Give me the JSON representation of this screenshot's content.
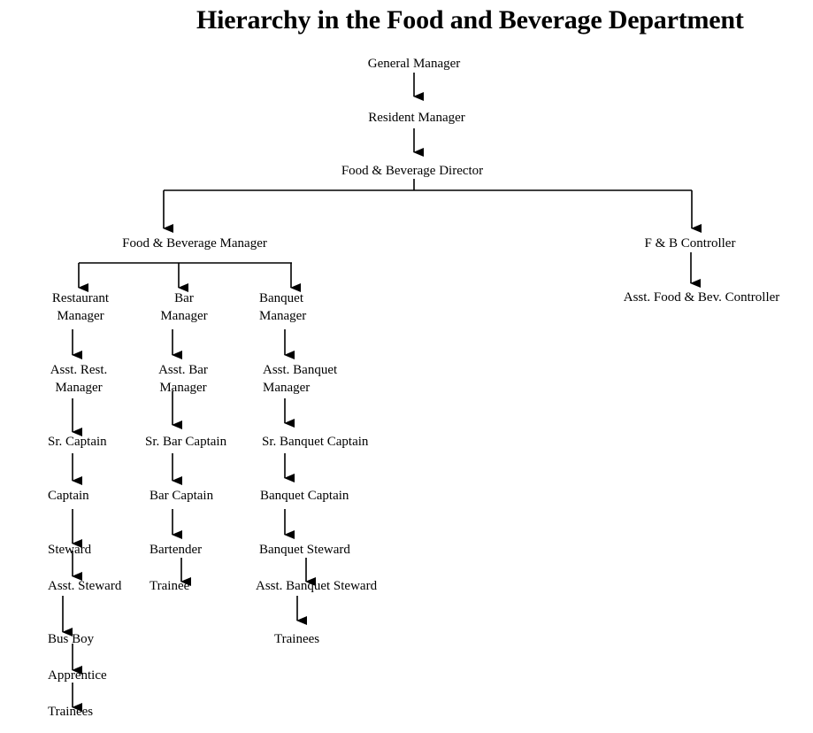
{
  "title": "Hierarchy in the Food and Beverage Department",
  "nodes": {
    "general_manager": "General Manager",
    "resident_manager": "Resident Manager",
    "fb_director": "Food & Beverage Director",
    "fb_manager": "Food & Beverage Manager",
    "fb_controller": "F & B Controller",
    "asst_fb_controller": "Asst. Food & Bev. Controller",
    "restaurant": {
      "manager": [
        "Restaurant",
        "Manager"
      ],
      "asst_manager": [
        "Asst. Rest.",
        "Manager"
      ],
      "sr_captain": "Sr. Captain",
      "captain": "Captain",
      "steward": "Steward",
      "asst_steward": "Asst. Steward",
      "bus_boy": "Bus Boy",
      "apprentice": "Apprentice",
      "trainees": "Trainees"
    },
    "bar": {
      "manager": [
        "Bar",
        "Manager"
      ],
      "asst_manager": [
        "Asst. Bar",
        "Manager"
      ],
      "sr_captain": "Sr. Bar Captain",
      "captain": "Bar Captain",
      "bartender": "Bartender",
      "trainee": "Trainee"
    },
    "banquet": {
      "manager": [
        "Banquet",
        "Manager"
      ],
      "asst_manager": [
        "Asst. Banquet",
        "Manager"
      ],
      "sr_captain": "Sr. Banquet Captain",
      "captain": "Banquet Captain",
      "steward": "Banquet Steward",
      "asst_steward": "Asst. Banquet Steward",
      "trainees": "Trainees"
    }
  }
}
